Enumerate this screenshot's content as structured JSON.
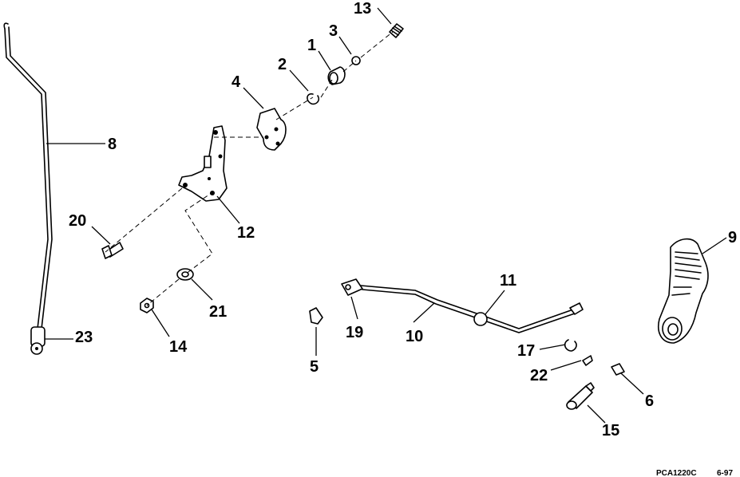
{
  "diagram": {
    "callouts": {
      "c1": "1",
      "c2": "2",
      "c3": "3",
      "c4": "4",
      "c5": "5",
      "c6": "6",
      "c8": "8",
      "c9": "9",
      "c10": "10",
      "c11": "11",
      "c12": "12",
      "c13": "13",
      "c14": "14",
      "c15": "15",
      "c17": "17",
      "c19": "19",
      "c20": "20",
      "c21": "21",
      "c22": "22",
      "c23": "23"
    },
    "footer": {
      "code": "PCA1220C",
      "date": "6-97"
    }
  }
}
